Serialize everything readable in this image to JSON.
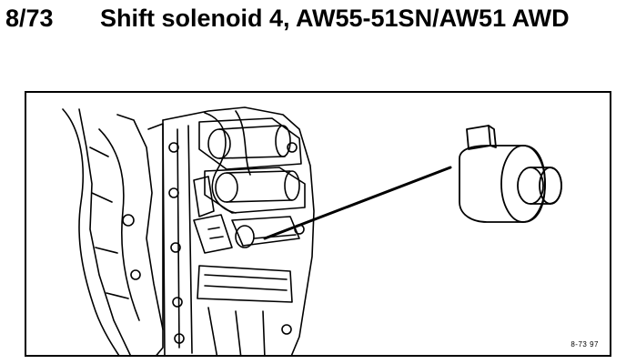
{
  "heading": {
    "number": "8/73",
    "title": "Shift solenoid 4, AW55-51SN/AW51 AWD"
  },
  "figure": {
    "reference_code": "8-73 97"
  }
}
